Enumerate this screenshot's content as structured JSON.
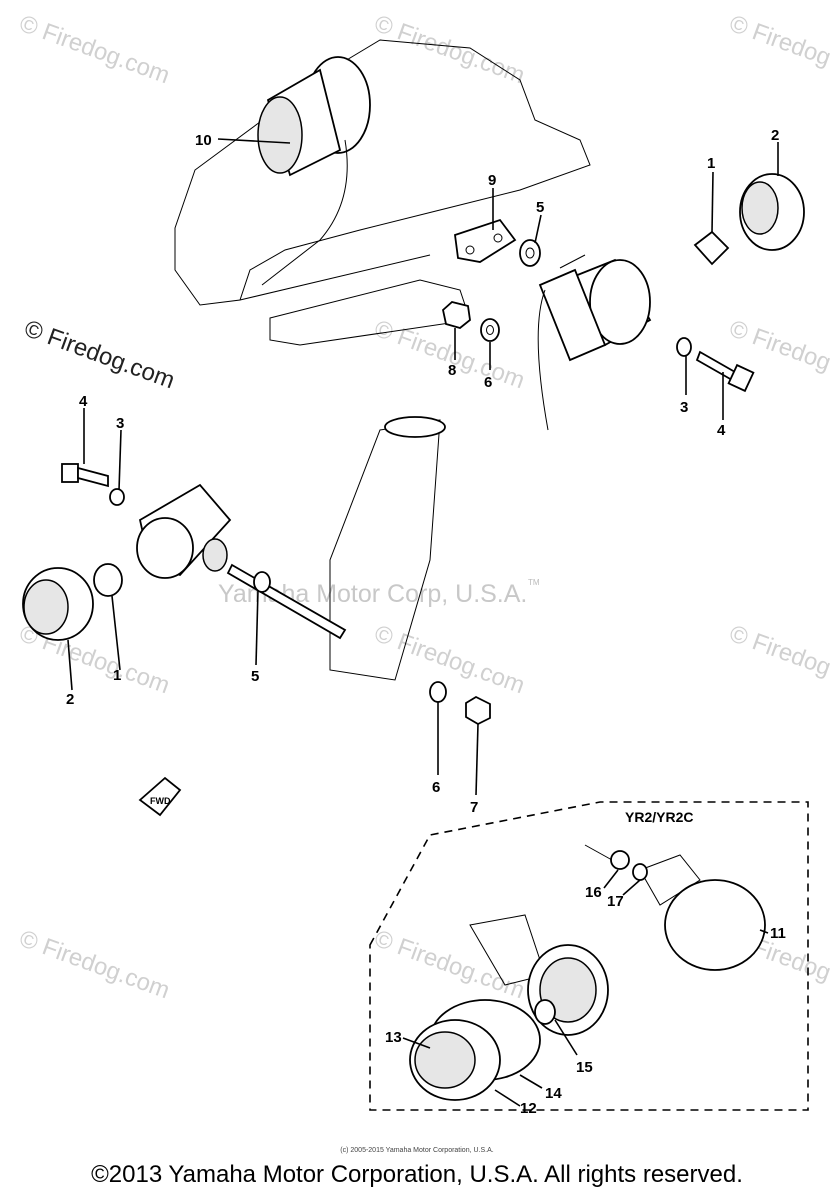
{
  "watermarks": {
    "site_label": "© Firedog.com",
    "site_label_short": "© Firedog",
    "center_label": "Yamaha Motor Corp, U.S.A.",
    "tm": "TM"
  },
  "model_box": {
    "label": "YR2/YR2C"
  },
  "fwd_label": "FWD",
  "callouts": [
    "1",
    "1",
    "2",
    "2",
    "3",
    "3",
    "4",
    "4",
    "5",
    "5",
    "6",
    "6",
    "7",
    "8",
    "9",
    "10",
    "11",
    "12",
    "13",
    "14",
    "15",
    "16",
    "17"
  ],
  "small_copyright": "(c) 2005-2015 Yamaha Motor Corporation, U.S.A.",
  "footer": "©2013 Yamaha Motor Corporation, U.S.A. All rights reserved."
}
